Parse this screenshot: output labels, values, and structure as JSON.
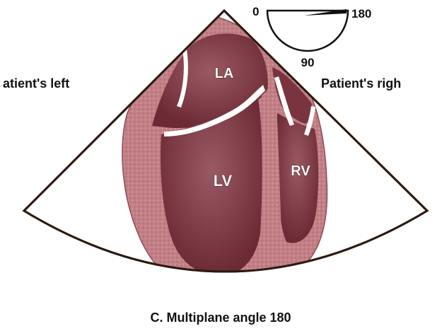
{
  "labels": {
    "patient_left": "atient's left",
    "patient_right": "Patient's righ",
    "la": "LA",
    "lv": "LV",
    "rv": "RV",
    "caption": "C. Multiplane angle 180"
  },
  "angle_indicator": {
    "start_label": "0",
    "mid_label": "90",
    "end_label": "180",
    "angle_value": 180
  },
  "colors": {
    "myocardium": "#c27f86",
    "cavity": "#7a3440",
    "cavity_light": "#93525d",
    "valve": "#ffffff",
    "sector_outline": "#2a1a10"
  }
}
